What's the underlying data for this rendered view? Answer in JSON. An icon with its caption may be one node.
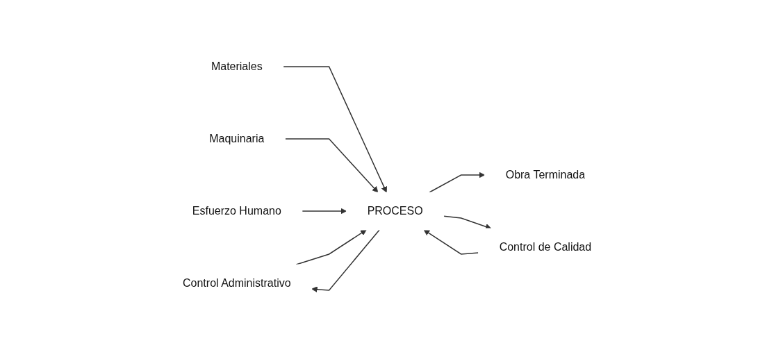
{
  "diagram": {
    "nodes": [
      {
        "text": [
          "Control Administrativo"
        ]
      },
      {
        "text": [
          "Materiales"
        ]
      },
      {
        "text": [
          "Maquinaria"
        ]
      },
      {
        "text": [
          "PROCESO"
        ]
      },
      {
        "text": [
          "Obra Terminada"
        ]
      },
      {
        "text": [
          "Esfuerzo Humano"
        ]
      },
      {
        "text": [
          "Control de Calidad"
        ]
      }
    ],
    "edges": [
      {
        "from": 1,
        "to": 3,
        "arrow": "to"
      },
      {
        "from": 2,
        "to": 3,
        "arrow": "to"
      },
      {
        "from": 5,
        "to": 3,
        "arrow": "to"
      },
      {
        "from": 3,
        "to": 4,
        "arrow": "to"
      },
      {
        "from": 3,
        "to": 0,
        "arrow": "to"
      },
      {
        "from": 0,
        "to": 3,
        "arrow": "to"
      },
      {
        "from": 6,
        "to": 3,
        "arrow": "to"
      },
      {
        "from": 3,
        "to": 6,
        "arrow": "to"
      }
    ]
  }
}
